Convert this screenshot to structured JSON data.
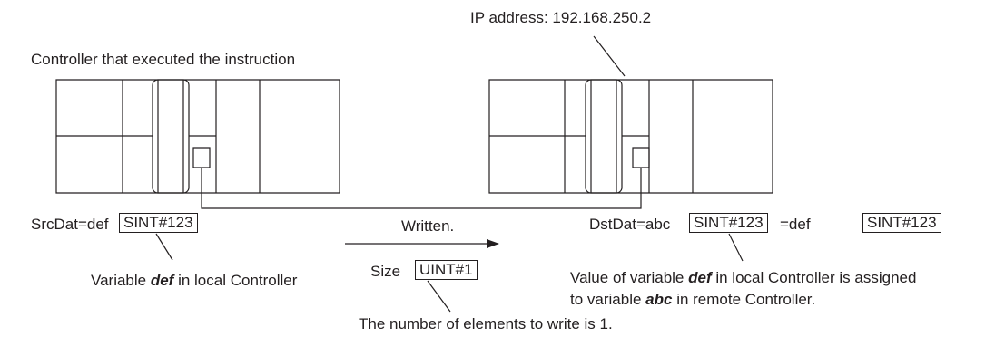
{
  "ip_address_label": "IP address: 192.168.250.2",
  "local_controller_label": "Controller that executed the instruction",
  "src": {
    "prefix": "SrcDat=def",
    "value": "SINT#123",
    "note_pre": "Variable ",
    "note_var": "def",
    "note_post": " in local Controller"
  },
  "transfer": {
    "arrow_label": "Written.",
    "size_prefix": "Size",
    "size_value": "UINT#1",
    "size_note": "The number of elements to write is 1."
  },
  "dst": {
    "prefix": "DstDat=abc",
    "value": "SINT#123",
    "eq_prefix": "=def",
    "eq_value": "SINT#123",
    "note_line1_pre": "Value of variable ",
    "note_line1_var": "def",
    "note_line1_post": " in local Controller is assigned",
    "note_line2_pre": "to variable ",
    "note_line2_var": "abc",
    "note_line2_post": " in remote Controller."
  }
}
